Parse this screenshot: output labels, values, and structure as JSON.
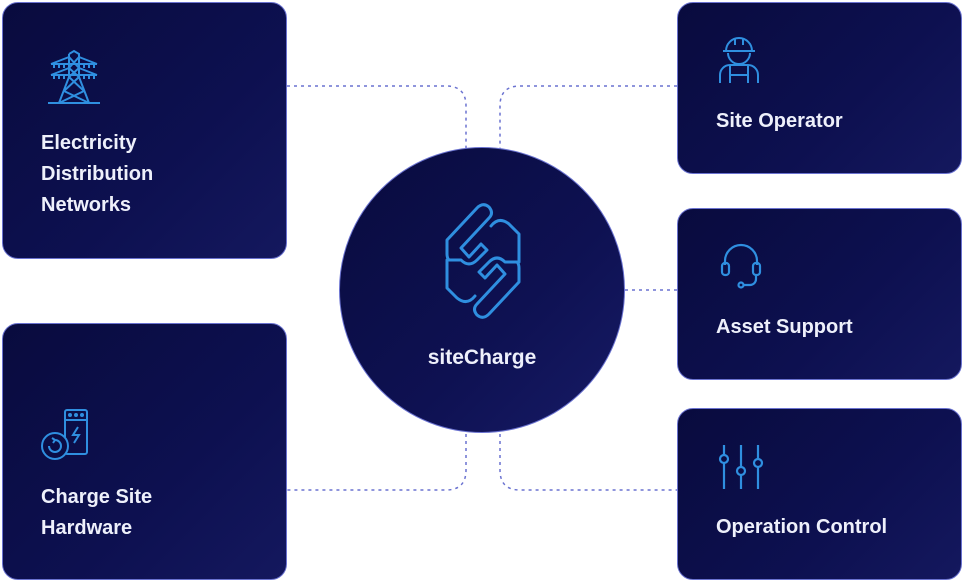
{
  "center": {
    "name": "siteCharge",
    "icon": "sitecharge-logo-icon"
  },
  "nodes": [
    {
      "id": "edn",
      "label_lines": [
        "Electricity",
        "Distribution",
        "Networks"
      ],
      "icon": "transmission-tower-icon"
    },
    {
      "id": "hardware",
      "label_lines": [
        "Charge Site",
        "Hardware"
      ],
      "icon": "charger-hardware-icon"
    },
    {
      "id": "operator",
      "label_lines": [
        "Site Operator"
      ],
      "icon": "worker-icon"
    },
    {
      "id": "support",
      "label_lines": [
        "Asset Support"
      ],
      "icon": "headset-icon"
    },
    {
      "id": "control",
      "label_lines": [
        "Operation Control"
      ],
      "icon": "sliders-icon"
    }
  ],
  "colors": {
    "accent": "#2f8fe0",
    "border": "#6a72d0",
    "card": "#0b0d45",
    "connector": "#6a72d0"
  }
}
